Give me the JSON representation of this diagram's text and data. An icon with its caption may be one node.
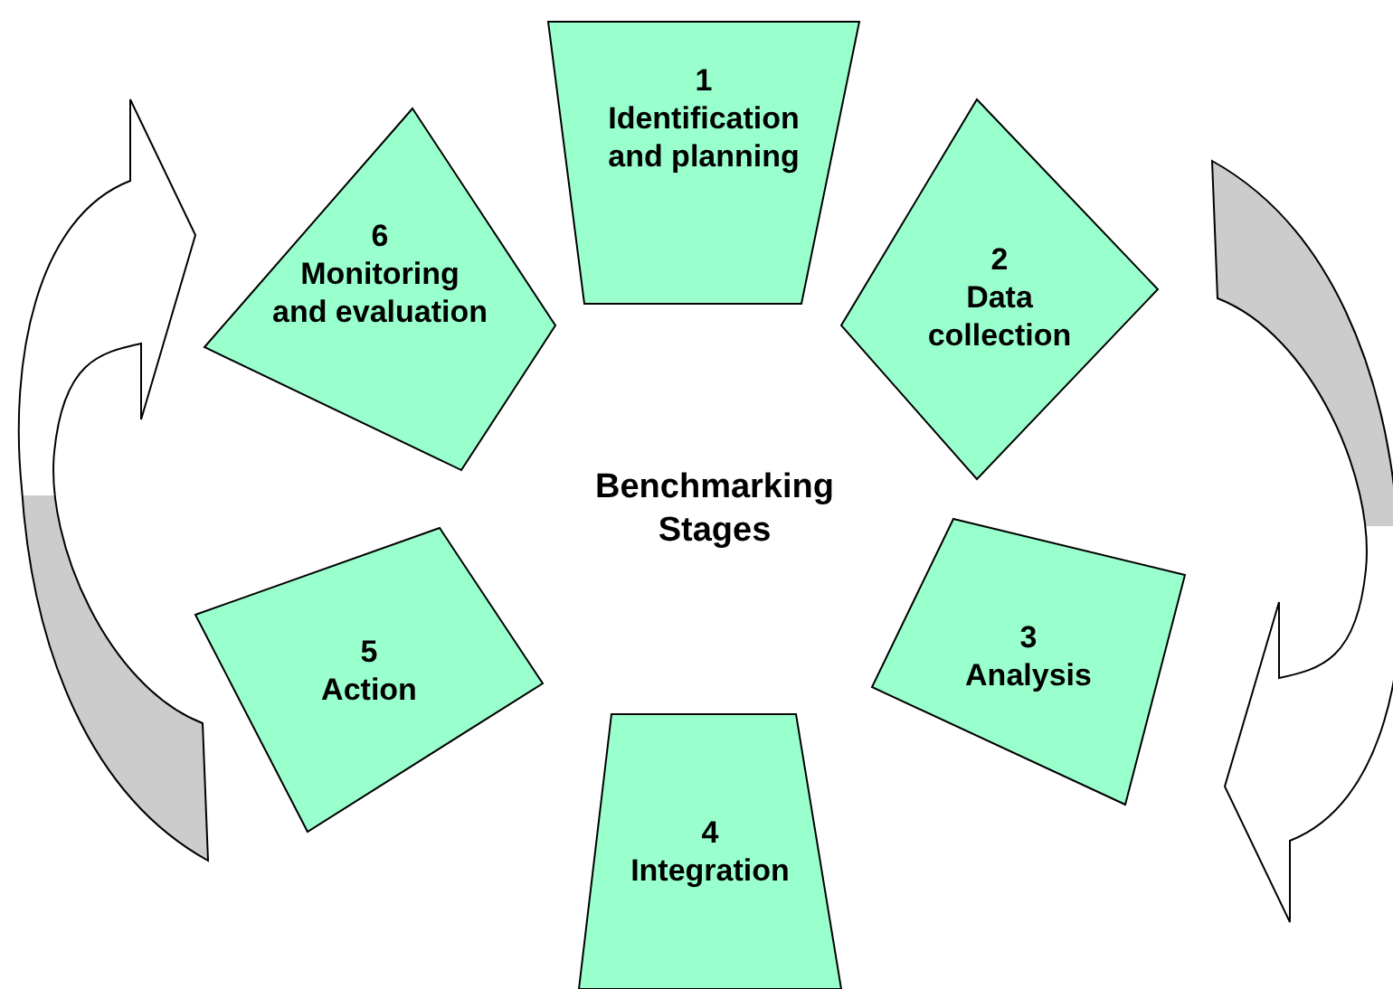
{
  "diagram": {
    "nodes": [
      {
        "text": [
          "1",
          "Identification and planning"
        ]
      },
      {
        "text": [
          "2",
          "Data collection"
        ]
      },
      {
        "text": [
          "3",
          "Analysis"
        ]
      },
      {
        "text": [
          "4",
          "Integration"
        ]
      },
      {
        "text": [
          "5",
          "Action"
        ]
      },
      {
        "text": [
          "6",
          "Monitoring and evaluation"
        ]
      }
    ],
    "edges": [],
    "labels": [
      "Benchmarking Stages"
    ]
  }
}
